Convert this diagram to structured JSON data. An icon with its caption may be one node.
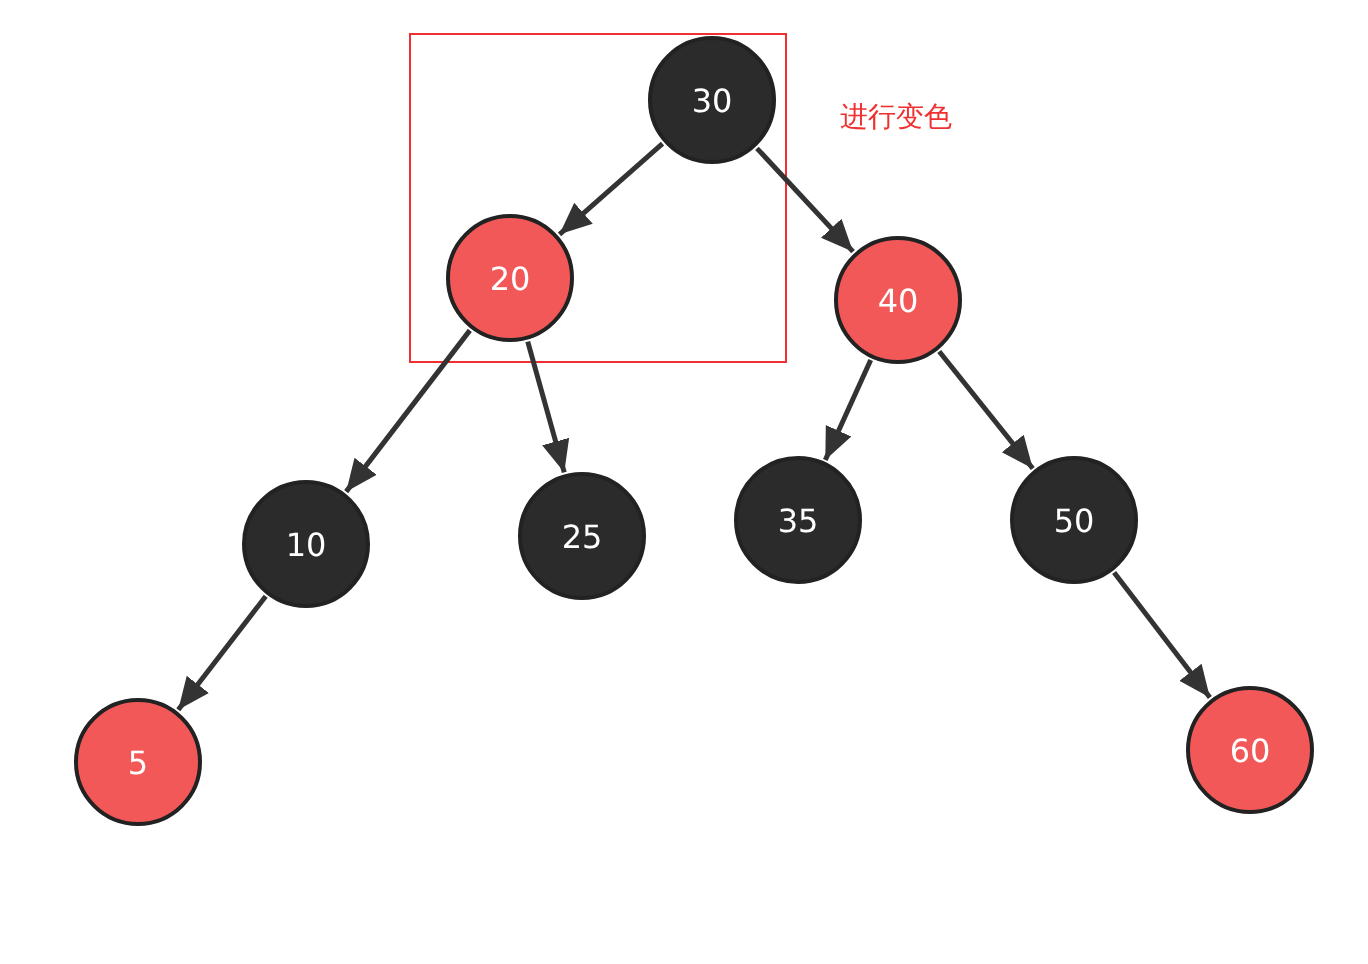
{
  "diagram": {
    "nodes": [
      {
        "text": [
          "30"
        ]
      },
      {
        "text": [
          "20"
        ]
      },
      {
        "text": [
          "40"
        ]
      },
      {
        "text": [
          "10"
        ]
      },
      {
        "text": [
          "25"
        ]
      },
      {
        "text": [
          "35"
        ]
      },
      {
        "text": [
          "50"
        ]
      },
      {
        "text": [
          "5"
        ]
      },
      {
        "text": [
          "60"
        ]
      }
    ],
    "edges": [
      {
        "from": 0,
        "to": 1,
        "arrow": "to"
      },
      {
        "from": 0,
        "to": 2,
        "arrow": "to"
      },
      {
        "from": 1,
        "to": 3,
        "arrow": "to"
      },
      {
        "from": 1,
        "to": 4,
        "arrow": "to"
      },
      {
        "from": 2,
        "to": 5,
        "arrow": "to"
      },
      {
        "from": 2,
        "to": 6,
        "arrow": "to"
      },
      {
        "from": 3,
        "to": 7,
        "arrow": "to"
      },
      {
        "from": 6,
        "to": 8,
        "arrow": "to"
      }
    ],
    "labels": [
      "进行变色"
    ]
  }
}
